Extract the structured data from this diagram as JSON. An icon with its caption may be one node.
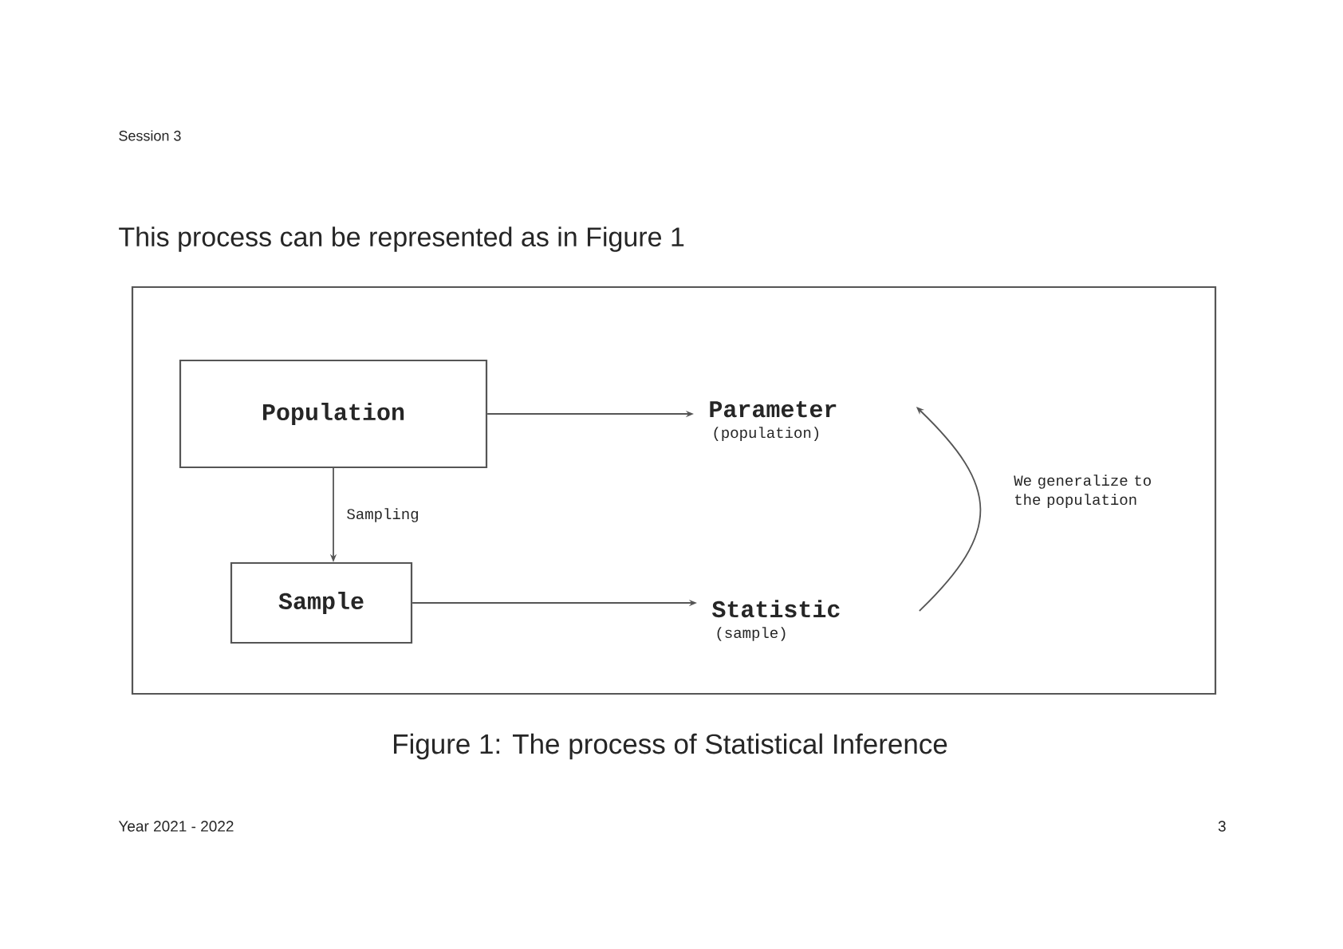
{
  "diagram": {
    "caption": "Figure 1: The process of Statistical Inference",
    "nodes": [
      {
        "text": [],
        "shape": "box"
      },
      {
        "text": [
          "Population"
        ],
        "in": 0
      },
      {
        "text": [
          "Parameter",
          "(population)"
        ],
        "in": 0
      },
      {
        "text": [
          "Sample"
        ],
        "in": 0
      },
      {
        "text": [
          "Statistic",
          "(sample)"
        ],
        "in": 0
      }
    ],
    "edges": [
      {
        "from": 1,
        "to": 2,
        "arrow": "to"
      },
      {
        "from": 1,
        "to": 3,
        "arrow": "to",
        "label": "Sampling"
      },
      {
        "from": 3,
        "to": 4,
        "arrow": "to"
      },
      {
        "from": 4,
        "to": 2,
        "arrow": "to",
        "label": "We generalize to the population"
      }
    ],
    "labels": [
      "Session 3",
      "This process can be represented as in Figure 1",
      "Year 2021 - 2022",
      "3"
    ]
  }
}
